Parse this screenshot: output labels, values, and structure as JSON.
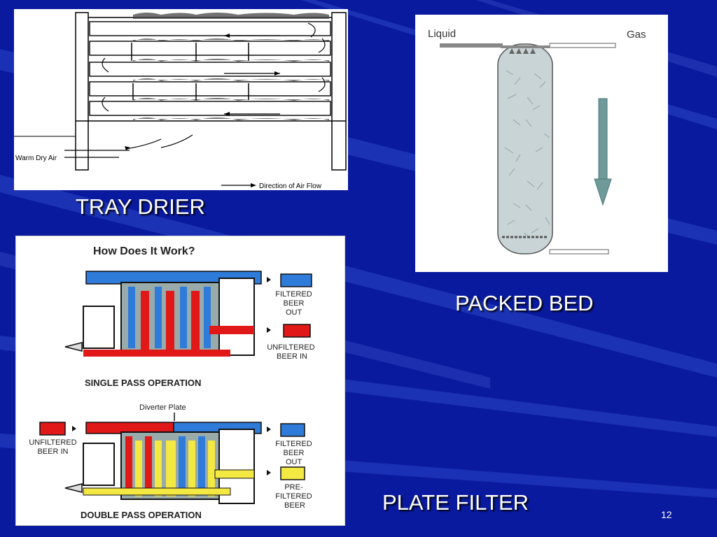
{
  "slide": {
    "number": "12",
    "colors": {
      "background": "#0a1a9e",
      "stripe": "#2a49d6",
      "caption": "#ffffff"
    }
  },
  "tray_drier": {
    "caption": "TRAY DRIER",
    "labels": {
      "inlet": "Warm Dry Air",
      "legend": "Direction of Air Flow"
    }
  },
  "packed_bed": {
    "caption": "PACKED BED",
    "labels": {
      "liquid": "Liquid",
      "gas": "Gas"
    },
    "colors": {
      "column": "#c9d4d6",
      "arrow": "#6f9a9a"
    }
  },
  "plate_filter": {
    "caption": "PLATE FILTER",
    "title": "How Does It Work?",
    "single_pass": {
      "heading": "SINGLE PASS OPERATION",
      "legend": {
        "out": [
          "FILTERED",
          "BEER",
          "OUT"
        ],
        "in": [
          "UNFILTERED",
          "BEER IN"
        ]
      }
    },
    "double_pass": {
      "heading": "DOUBLE PASS OPERATION",
      "diverter": "Diverter Plate",
      "legend": {
        "in": [
          "UNFILTERED",
          "BEER IN"
        ],
        "out": [
          "FILTERED",
          "BEER",
          "OUT"
        ],
        "pre": [
          "PRE-",
          "FILTERED",
          "BEER"
        ]
      }
    },
    "colors": {
      "filtered": "#2f7bd9",
      "unfiltered": "#e01818",
      "prefiltered": "#f4e842"
    }
  }
}
